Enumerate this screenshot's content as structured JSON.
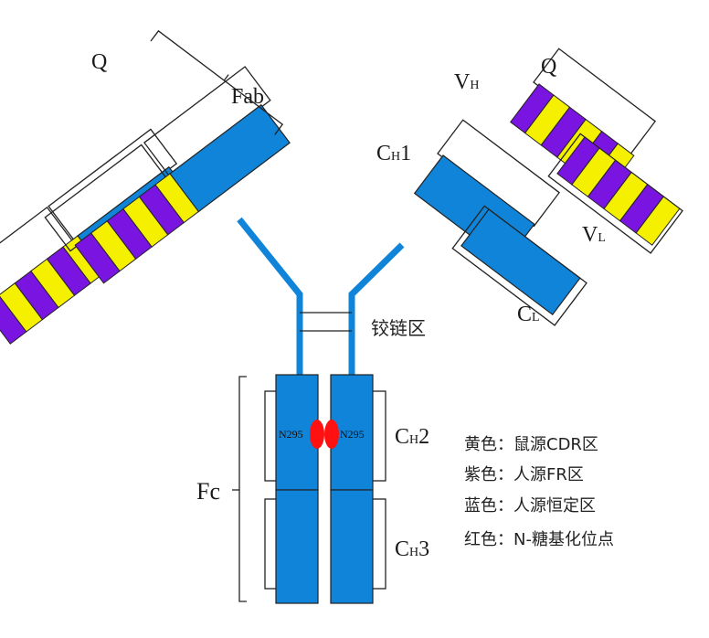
{
  "diagram": {
    "colors": {
      "constant": "#0F84D9",
      "cdr": "#F5F000",
      "fr": "#7A14E0",
      "glycan": "#FF1111",
      "outline": "#222222"
    },
    "labels": {
      "q_left": "Q",
      "q_right": "Q",
      "fab": "Fab",
      "vh_main": "V",
      "vh_sub": "H",
      "ch1_main": "C",
      "ch1_sub": "H",
      "ch1_suffix": "1",
      "vl_main": "V",
      "vl_sub": "L",
      "cl_main": "C",
      "cl_sub": "L",
      "hinge": "铰链区",
      "fc": "Fc",
      "n295_left": "N295",
      "n295_right": "N295",
      "ch2_main": "C",
      "ch2_sub": "H",
      "ch2_suffix": "2",
      "ch3_main": "C",
      "ch3_sub": "H",
      "ch3_suffix": "3"
    },
    "legend": [
      "黄色：鼠源CDR区",
      "紫色：人源FR区",
      "蓝色：人源恒定区",
      "红色：N-糖基化位点"
    ]
  }
}
